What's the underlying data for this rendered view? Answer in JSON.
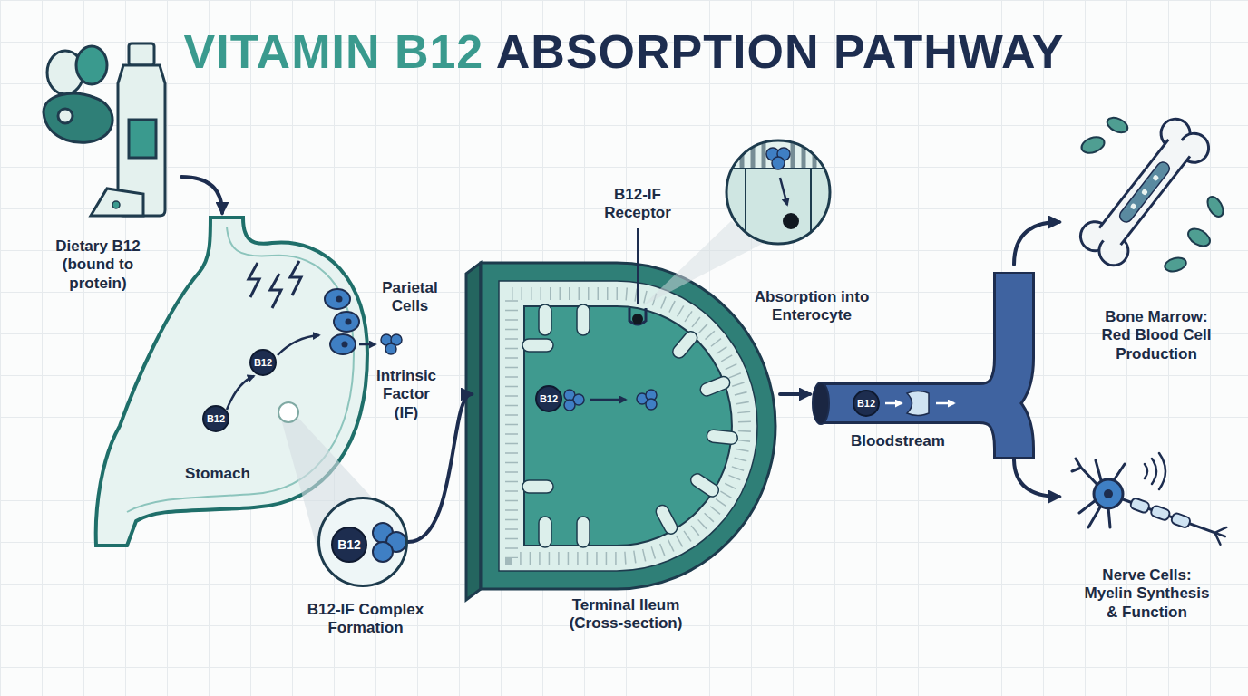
{
  "diagram": {
    "title": "VITAMIN B12 ABSORPTION PATHWAY",
    "nodes": [
      {
        "text": [
          "Dietary B12 (bound to protein)"
        ]
      },
      {
        "text": [
          "Stomach"
        ]
      },
      {
        "text": [
          "B12"
        ],
        "in": 1
      },
      {
        "text": [
          "B12"
        ],
        "in": 1
      },
      {
        "text": [
          "B12-IF Complex Formation"
        ]
      },
      {
        "text": [
          "B12"
        ],
        "in": 4
      },
      {
        "text": [
          "Terminal Ileum (Cross-section)"
        ]
      },
      {
        "text": [
          "B12"
        ],
        "in": 6
      },
      {
        "text": [
          "Bloodstream"
        ]
      },
      {
        "text": [
          "B12"
        ],
        "in": 8
      },
      {
        "text": [
          "Bone Marrow: Red Blood Cell Production"
        ]
      },
      {
        "text": [
          "Nerve Cells: Myelin Synthesis & Function"
        ]
      }
    ],
    "edges": [
      {
        "from": 0,
        "to": 1,
        "arrow": "to"
      },
      {
        "from": 4,
        "to": 6,
        "arrow": "to"
      },
      {
        "from": 6,
        "to": 8,
        "arrow": "to"
      },
      {
        "from": 8,
        "to": 10,
        "arrow": "to"
      },
      {
        "from": 8,
        "to": 11,
        "arrow": "to"
      }
    ],
    "labels": [
      "Parietal Cells",
      "Intrinsic Factor (IF)",
      "B12-IF Receptor",
      "Absorption into Enterocyte"
    ]
  }
}
